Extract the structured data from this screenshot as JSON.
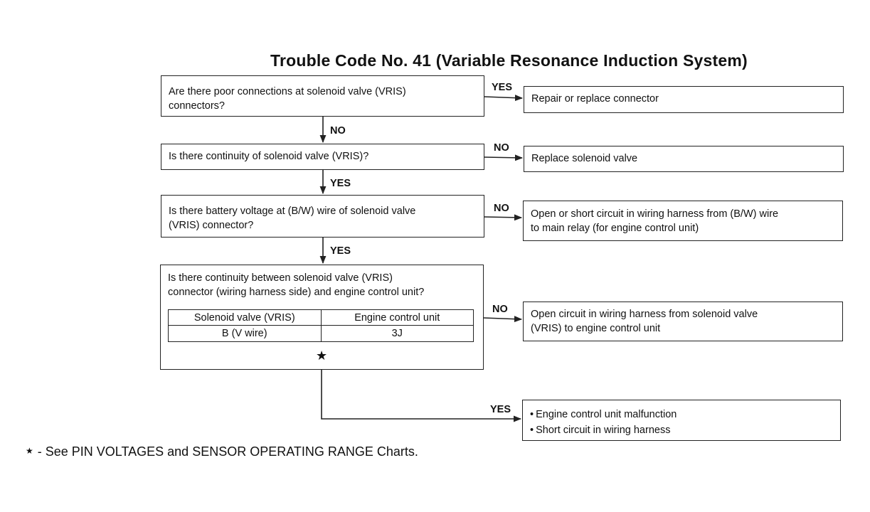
{
  "title": "Trouble Code No. 41 (Variable Resonance Induction System)",
  "questions": [
    {
      "lines": [
        "Are there poor connections at solenoid valve (VRIS)",
        "connectors?"
      ]
    },
    {
      "lines": [
        "Is there continuity of solenoid valve (VRIS)?"
      ]
    },
    {
      "lines": [
        "Is there battery voltage at (B/W) wire of solenoid valve",
        "(VRIS) connector?"
      ]
    },
    {
      "lines": [
        "Is there continuity between solenoid valve (VRIS)",
        "connector (wiring harness side) and engine control unit?"
      ]
    }
  ],
  "continuity_table": {
    "headers": [
      "Solenoid valve (VRIS)",
      "Engine control unit"
    ],
    "row": [
      "B (V wire)",
      "3J"
    ]
  },
  "star_marker": "★",
  "actions": [
    {
      "lines": [
        "Repair or replace connector"
      ]
    },
    {
      "lines": [
        "Replace solenoid valve"
      ]
    },
    {
      "lines": [
        "Open or short circuit in wiring harness from (B/W) wire",
        "to main relay (for engine control unit)"
      ]
    },
    {
      "lines": [
        "Open circuit in wiring harness from solenoid valve",
        "(VRIS) to engine control unit"
      ]
    },
    {
      "bullets": [
        "Engine control unit malfunction",
        "Short circuit in wiring harness"
      ]
    }
  ],
  "branch_labels": {
    "q1_right": "YES",
    "q1_down": "NO",
    "q2_right": "NO",
    "q2_down": "YES",
    "q3_right": "NO",
    "q3_down": "YES",
    "q4_right": "NO",
    "q4_down": "YES"
  },
  "footnote": {
    "marker": "★",
    "text": "- See PIN VOLTAGES and SENSOR OPERATING RANGE Charts."
  }
}
